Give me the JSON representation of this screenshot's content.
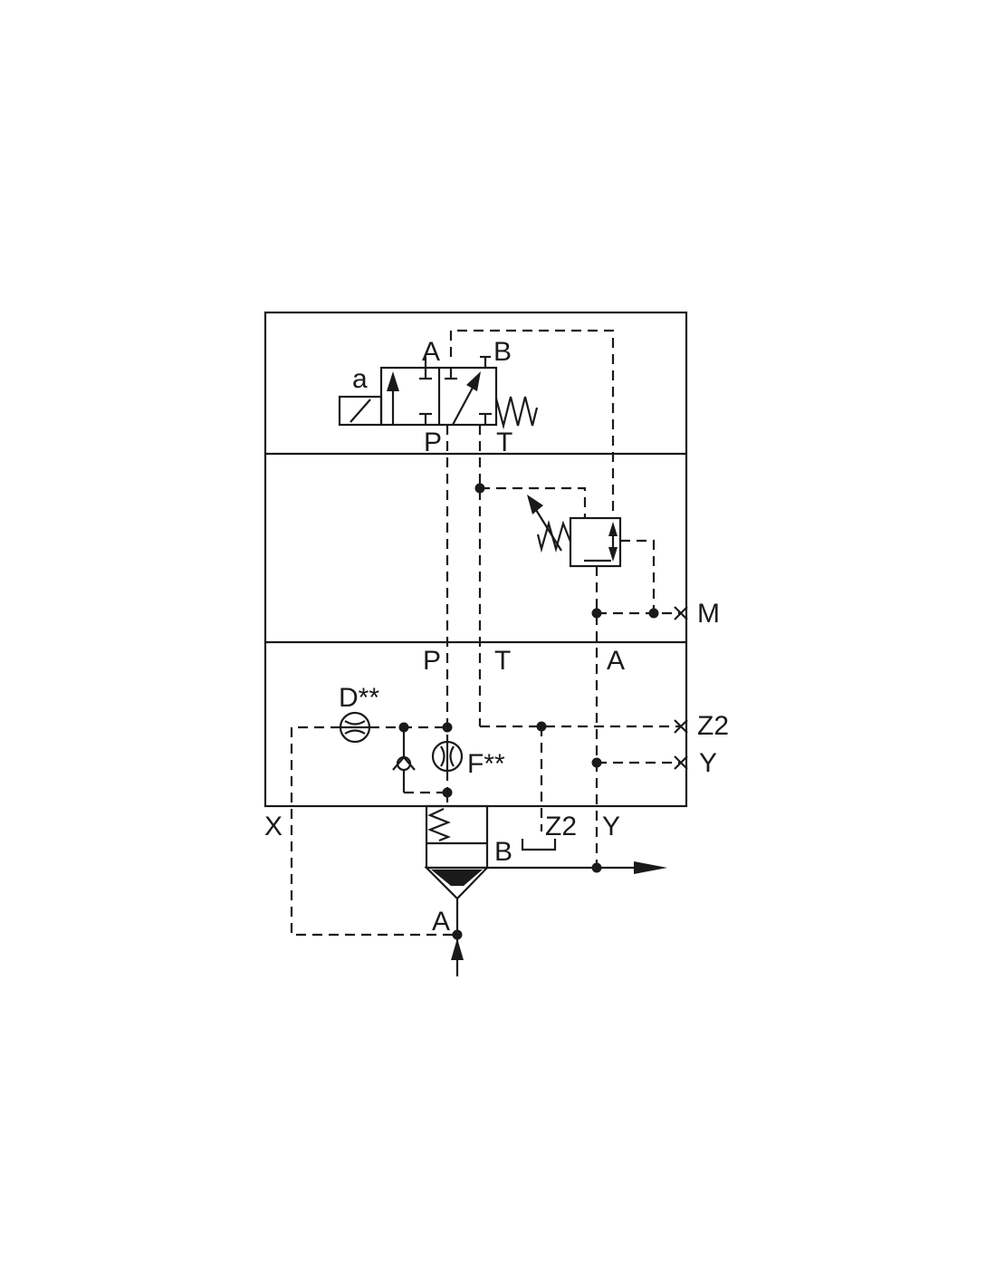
{
  "diagram": {
    "labels": {
      "solenoid": "a",
      "pilot_valve_A": "A",
      "pilot_valve_B": "B",
      "pilot_valve_P": "P",
      "pilot_valve_T": "T",
      "port_M": "M",
      "middle_P": "P",
      "middle_T": "T",
      "middle_A": "A",
      "orifice_D": "D**",
      "orifice_F": "F**",
      "port_Z2_right": "Z2",
      "port_Y_right": "Y",
      "port_X": "X",
      "port_Z2_bottom": "Z2",
      "port_Y_bottom": "Y",
      "main_B": "B",
      "main_A": "A"
    },
    "colors": {
      "line": "#1a1a1a",
      "background": "#ffffff"
    }
  }
}
